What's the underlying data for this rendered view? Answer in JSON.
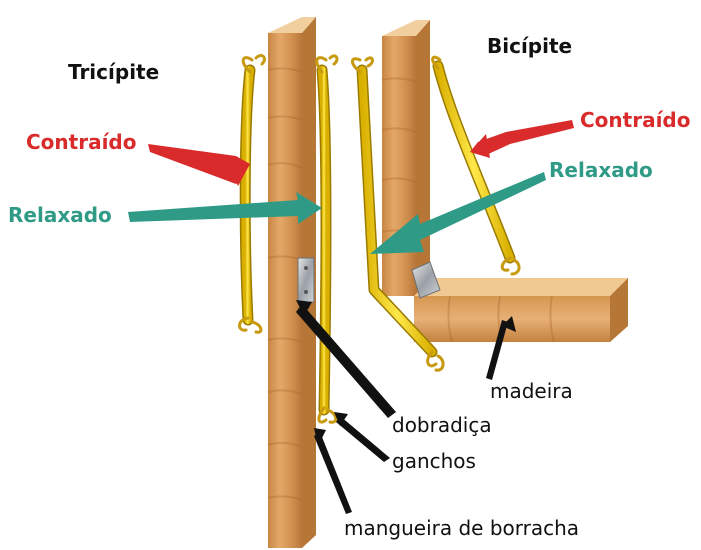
{
  "labels": {
    "triceps_title": "Tricípite",
    "biceps_title": "Bicípite",
    "triceps_contracted": "Contraído",
    "triceps_relaxed": "Relaxado",
    "biceps_contracted": "Contraído",
    "biceps_relaxed": "Relaxado",
    "wood": "madeira",
    "hinge": "dobradiça",
    "hooks": "ganchos",
    "hose": "mangueira de borracha"
  },
  "colors": {
    "contracted": "#d92b2b",
    "relaxed": "#2f9b87",
    "hose": "#f3d028",
    "wood": "#d99a55",
    "text": "#111111"
  }
}
